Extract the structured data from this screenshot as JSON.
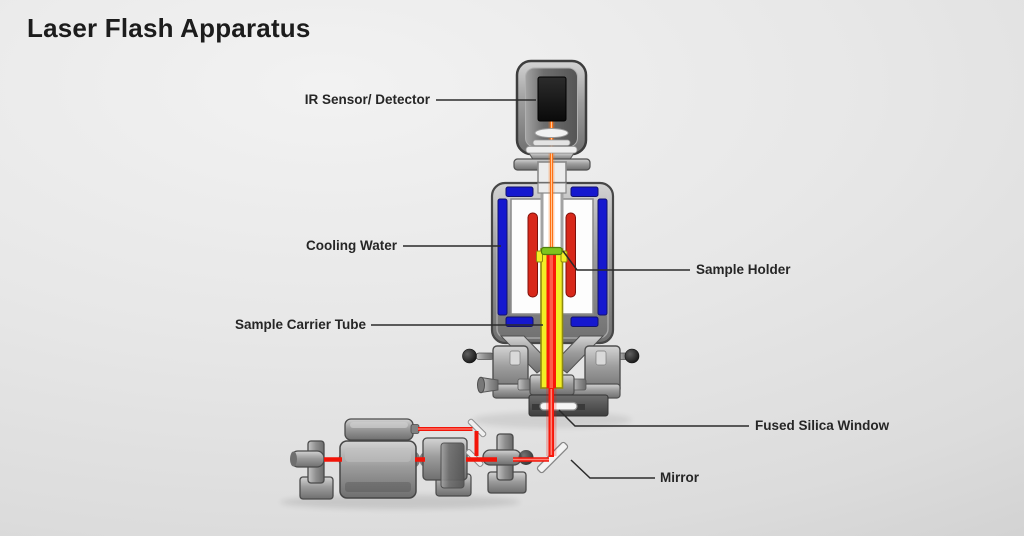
{
  "title": "Laser Flash Apparatus",
  "labels": {
    "ir_sensor": "IR Sensor/ Detector",
    "cooling_water": "Cooling Water",
    "sample_holder": "Sample Holder",
    "sample_carrier_tube": "Sample Carrier Tube",
    "fused_silica_window": "Fused Silica Window",
    "mirror": "Mirror"
  },
  "colors": {
    "background_gray": "#e7e7e7",
    "cooling_water_blue": "#1518cf",
    "heater_rod_red": "#d8281a",
    "laser_beam_red": "#f8170a",
    "ir_beam_orange": "#ff6d0e",
    "carrier_tube_yellow": "#f2ee25",
    "sample_green": "#7fc41d",
    "metal_gray": "#9a9a9a",
    "sensor_black": "#141414",
    "label_text": "#262626"
  }
}
